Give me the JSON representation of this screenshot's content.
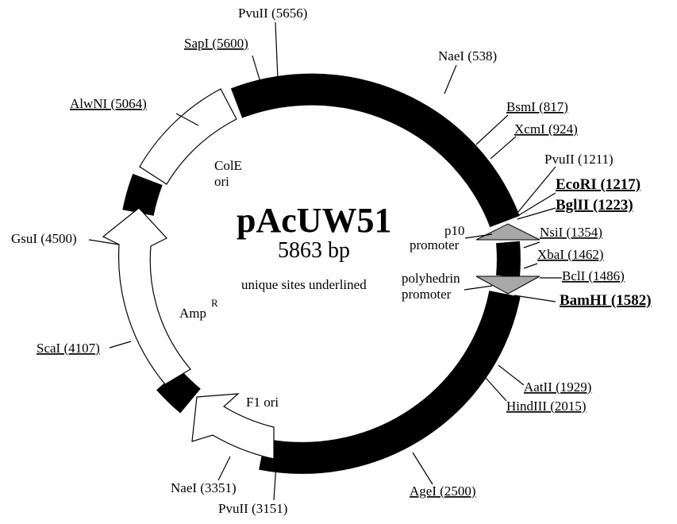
{
  "plasmid": {
    "name": "pAcUW51",
    "size": "5863 bp",
    "note": "unique sites underlined"
  },
  "features": {
    "cole_ori_line1": "ColE",
    "cole_ori_line2": "ori",
    "ampr": "Amp",
    "ampr_sup": "R",
    "f1_ori": "F1 ori",
    "p10_line1": "p10",
    "p10_line2": "promoter",
    "polh_line1": "polyhedrin",
    "polh_line2": "promoter"
  },
  "sites": [
    {
      "id": "pvuii_5656",
      "label": "PvuII (5656)",
      "underline": false,
      "bold": false
    },
    {
      "id": "sapi_5600",
      "label": "SapI (5600)",
      "underline": true,
      "bold": false
    },
    {
      "id": "naei_538",
      "label": "NaeI (538)",
      "underline": false,
      "bold": false
    },
    {
      "id": "alwni_5064",
      "label": "AlwNI (5064)",
      "underline": true,
      "bold": false
    },
    {
      "id": "bsmi_817",
      "label": "BsmI (817)",
      "underline": true,
      "bold": false
    },
    {
      "id": "xcmi_924",
      "label": "XcmI (924)",
      "underline": true,
      "bold": false
    },
    {
      "id": "pvuii_1211",
      "label": "PvuII (1211)",
      "underline": false,
      "bold": false
    },
    {
      "id": "ecori_1217",
      "label": "EcoRI (1217)",
      "underline": true,
      "bold": true
    },
    {
      "id": "bglii_1223",
      "label": "BglII (1223)",
      "underline": true,
      "bold": true
    },
    {
      "id": "gsui_4500",
      "label": "GsuI (4500)",
      "underline": false,
      "bold": false
    },
    {
      "id": "nsii_1354",
      "label": "NsiI (1354)",
      "underline": true,
      "bold": false
    },
    {
      "id": "xbai_1462",
      "label": "XbaI (1462)",
      "underline": true,
      "bold": false
    },
    {
      "id": "bcli_1486",
      "label": "BclI (1486)",
      "underline": true,
      "bold": false
    },
    {
      "id": "bamhi_1582",
      "label": "BamHI (1582)",
      "underline": true,
      "bold": true
    },
    {
      "id": "scai_4107",
      "label": "ScaI (4107)",
      "underline": true,
      "bold": false
    },
    {
      "id": "aatii_1929",
      "label": "AatII (1929)",
      "underline": true,
      "bold": false
    },
    {
      "id": "hindiii_2015",
      "label": "HindIII (2015)",
      "underline": true,
      "bold": false
    },
    {
      "id": "naei_3351",
      "label": "NaeI (3351)",
      "underline": false,
      "bold": false
    },
    {
      "id": "pvuii_3151",
      "label": "PvuII (3151)",
      "underline": false,
      "bold": false
    },
    {
      "id": "agei_2500",
      "label": "AgeI (2500)",
      "underline": true,
      "bold": false
    }
  ],
  "colors": {
    "backbone": "#000000",
    "gene": "#ffffff",
    "promoter": "#a8a8a8"
  }
}
